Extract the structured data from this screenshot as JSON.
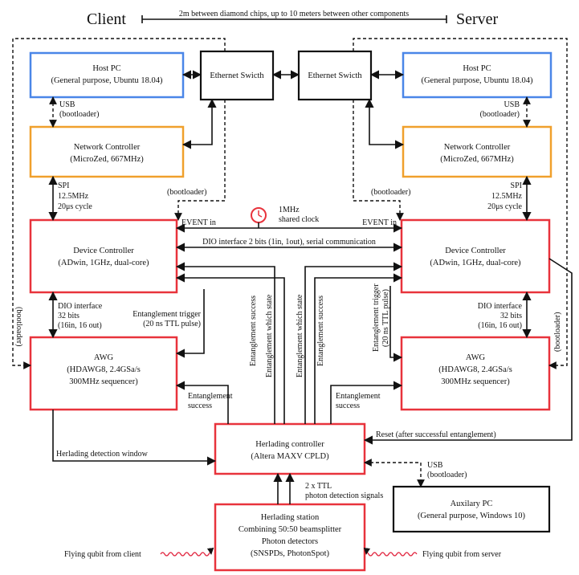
{
  "header": {
    "client": "Client",
    "server": "Server",
    "distance_note": "2m between diamond chips, up to 10 meters between other components"
  },
  "colors": {
    "host_pc": "#4a86e8",
    "network_controller": "#f0a02c",
    "red_box": "#e8333c",
    "switch": "#111111",
    "flying_qubit": "#e0203a"
  },
  "boxes": {
    "client_host_pc": [
      "Host PC",
      "(General purpose, Ubuntu 18.04)"
    ],
    "server_host_pc": [
      "Host PC",
      "(General purpose, Ubuntu 18.04)"
    ],
    "client_switch": [
      "Ethernet Swicth"
    ],
    "server_switch": [
      "Ethernet Swicth"
    ],
    "client_network_controller": [
      "Network Controller",
      "(MicroZed, 667MHz)"
    ],
    "server_network_controller": [
      "Network Controller",
      "(MicroZed, 667MHz)"
    ],
    "client_device_controller": [
      "Device Controller",
      "(ADwin, 1GHz, dual-core)"
    ],
    "server_device_controller": [
      "Device Controller",
      "(ADwin, 1GHz, dual-core)"
    ],
    "client_awg": [
      "AWG",
      "(HDAWG8, 2.4GSa/s",
      "300MHz sequencer)"
    ],
    "server_awg": [
      "AWG",
      "(HDAWG8, 2.4GSa/s",
      "300MHz sequencer)"
    ],
    "herlading_controller": [
      "Herlading controller",
      "(Altera MAXV CPLD)"
    ],
    "herlading_station": [
      "Herlading station",
      "Combining 50:50 beamsplitter",
      "Photon detectors",
      "(SNSPDs, PhotonSpot)"
    ],
    "auxilary_pc": [
      "Auxilary PC",
      "(General purpose, Windows 10)"
    ]
  },
  "labels": {
    "usb_bootloader_left": [
      "USB",
      "(bootloader)"
    ],
    "usb_bootloader_right": [
      "USB",
      "(bootloader)"
    ],
    "usb_bootloader_aux": [
      "USB",
      "(bootloader)"
    ],
    "spi_left": [
      "SPI",
      "12.5MHz",
      "20μs cycle"
    ],
    "spi_right": [
      "SPI",
      "12.5MHz",
      "20μs cycle"
    ],
    "bootloader_left": "(bootloader)",
    "bootloader_right": "(bootloader)",
    "bootloader_vert_left": "(bootloader)",
    "bootloader_vert_right": "(bootloader)",
    "clock": [
      "1MHz",
      "shared clock"
    ],
    "event_in_left": "EVENT in",
    "event_in_right": "EVENT in",
    "dio_serial": "DIO interface 2 bits (1in, 1out), serial communication",
    "dio_left": [
      "DIO interface",
      "32 bits",
      "(16in, 16 out)"
    ],
    "dio_right": [
      "DIO interface",
      "32 bits",
      "(16in, 16 out)"
    ],
    "ent_trigger_left": [
      "Entanglement trigger",
      "(20 ns TTL pulse)"
    ],
    "ent_trigger_right": [
      "Entanglement trigger",
      "(20 ns TTL pulse)"
    ],
    "ent_success_v1": "Entanglement success",
    "ent_which_v1": "Entanglement which state",
    "ent_which_v2": "Entanglement which state",
    "ent_success_v2": "Entanglement success",
    "ent_success_left": [
      "Entanglement",
      "success"
    ],
    "ent_success_right": [
      "Entanglement",
      "success"
    ],
    "herlading_window": "Herlading detection window",
    "reset": "Reset (after successful entanglement)",
    "ttl_signals": [
      "2 x TTL",
      "photon detection signals"
    ],
    "flying_client": "Flying qubit from client",
    "flying_server": "Flying qubit from server"
  }
}
